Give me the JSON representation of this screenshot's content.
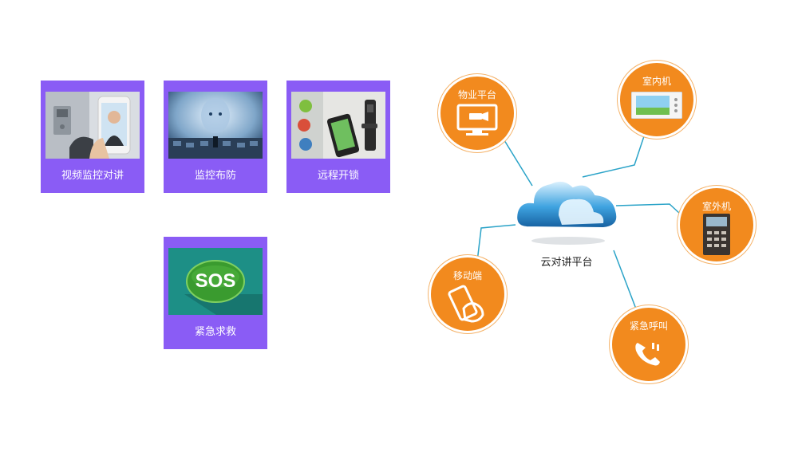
{
  "cards": [
    {
      "id": "video",
      "label": "视频监控对讲",
      "icon": "video-intercom-photo"
    },
    {
      "id": "monitor",
      "label": "监控布防",
      "icon": "surveillance-photo"
    },
    {
      "id": "unlock",
      "label": "远程开锁",
      "icon": "remote-unlock-photo"
    },
    {
      "id": "sos",
      "label": "紧急求救",
      "icon": "sos-badge",
      "badge_text": "SOS"
    }
  ],
  "hub": {
    "label": "云对讲平台",
    "icon": "cloud-icon"
  },
  "nodes": [
    {
      "id": "property",
      "label": "物业平台",
      "icon": "monitor-camera-icon"
    },
    {
      "id": "indoor",
      "label": "室内机",
      "icon": "indoor-unit-icon"
    },
    {
      "id": "outdoor",
      "label": "室外机",
      "icon": "outdoor-unit-icon"
    },
    {
      "id": "mobile",
      "label": "移动端",
      "icon": "hand-phone-icon"
    },
    {
      "id": "emergency",
      "label": "紧急呼叫",
      "icon": "phone-call-icon"
    }
  ],
  "colors": {
    "card_bg": "#8a5cf5",
    "node_bg": "#f28a1e",
    "connector": "#2aa3c8",
    "sos_green": "#3a9b2f",
    "sos_bg": "#1d8f86"
  }
}
